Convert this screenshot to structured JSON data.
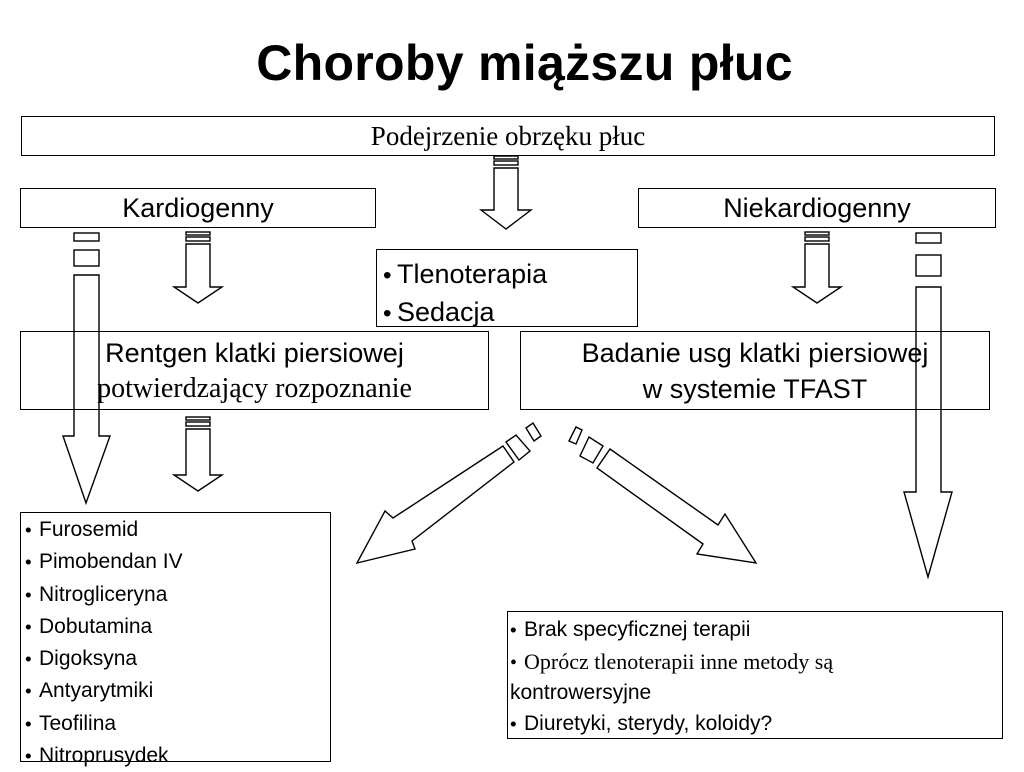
{
  "title": "Choroby miąższu płuc",
  "suspicion": "Podejrzenie obrzęku płuc",
  "branches": {
    "cardiogenic": "Kardiogenny",
    "noncardiogenic": "Niekardiogenny"
  },
  "supportive": {
    "items": [
      "Tlenoterapia",
      "Sedacja"
    ]
  },
  "diagnostics": {
    "xray_line1": "Rentgen klatki piersiowej",
    "xray_line2": "potwierdzający rozpoznanie",
    "usg_line1": "Badanie usg klatki piersiowej",
    "usg_line2": "w systemie TFAST"
  },
  "cardiogenic_treatment": {
    "items": [
      "Furosemid",
      "Pimobendan IV",
      "Nitrogliceryna",
      "Dobutamina",
      "Digoksyna",
      "Antyarytmiki",
      "Teofilina",
      "Nitroprusydek"
    ]
  },
  "noncardiogenic_treatment": {
    "item1": "Brak specyficznej terapii",
    "item2_a": "Oprócz tlenoterapii inne metody są",
    "item2_b": "kontrowersyjne",
    "item3": "Diuretyki, sterydy, koloidy?"
  },
  "bullet": "•"
}
